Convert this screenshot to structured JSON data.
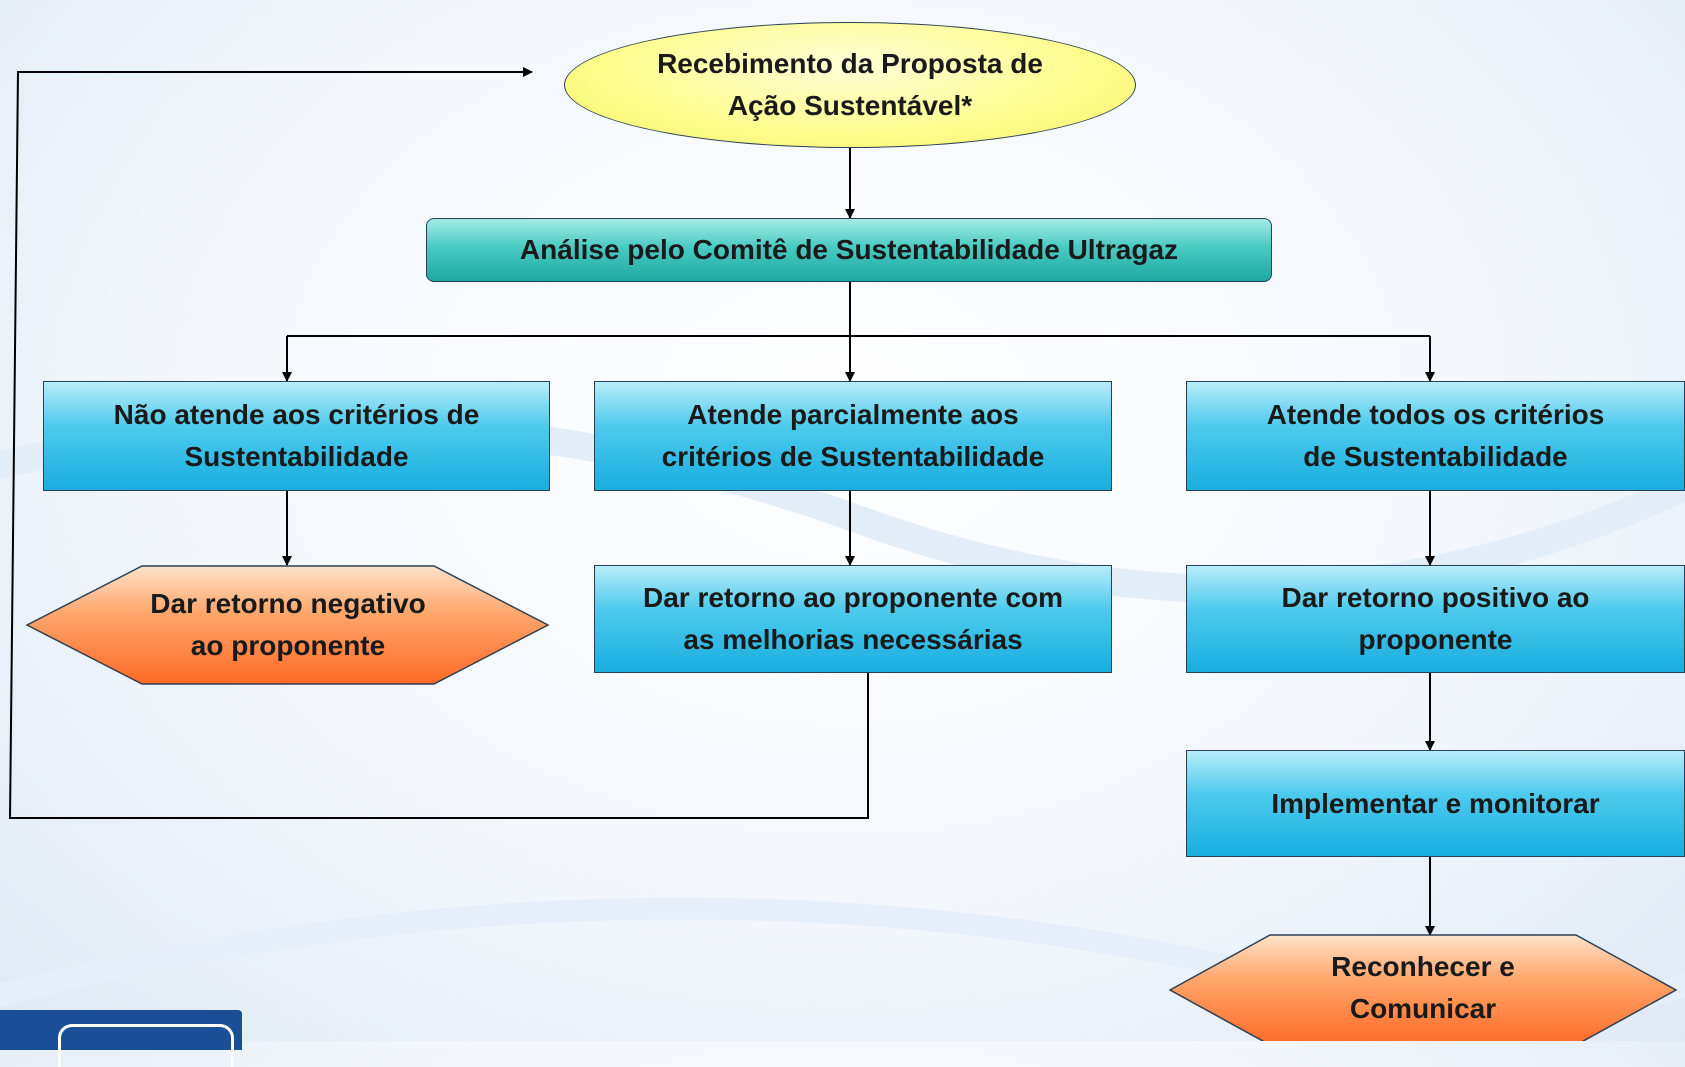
{
  "nodes": {
    "start": "Recebimento da Proposta de\nAção Sustentável*",
    "analysis": "Análise pelo Comitê de Sustentabilidade Ultragaz",
    "not_meet": "Não atende aos critérios de\nSustentabilidade",
    "partial_meet": "Atende parcialmente aos\ncritérios de Sustentabilidade",
    "full_meet": "Atende todos os critérios\nde Sustentabilidade",
    "negative_feedback": "Dar retorno negativo\nao proponente",
    "improvement_feedback": "Dar retorno ao proponente com\nas  melhorias necessárias",
    "positive_feedback": "Dar retorno positivo ao\nproponente",
    "implement": "Implementar e monitorar",
    "recognize": "Reconhecer e\nComunicar"
  },
  "colors": {
    "oval_fill": "#ffff99",
    "process_fill": "#1ab0e0",
    "analysis_fill": "#2fbab3",
    "terminal_fill": "#ff7a3d",
    "connector": "#000000",
    "logo": "#1a4f98"
  },
  "edges": [
    {
      "from": "start",
      "to": "analysis"
    },
    {
      "from": "analysis",
      "to": "not_meet"
    },
    {
      "from": "analysis",
      "to": "partial_meet"
    },
    {
      "from": "analysis",
      "to": "full_meet"
    },
    {
      "from": "not_meet",
      "to": "negative_feedback"
    },
    {
      "from": "partial_meet",
      "to": "improvement_feedback"
    },
    {
      "from": "full_meet",
      "to": "positive_feedback"
    },
    {
      "from": "positive_feedback",
      "to": "implement"
    },
    {
      "from": "implement",
      "to": "recognize"
    },
    {
      "from": "improvement_feedback",
      "to": "start"
    }
  ]
}
